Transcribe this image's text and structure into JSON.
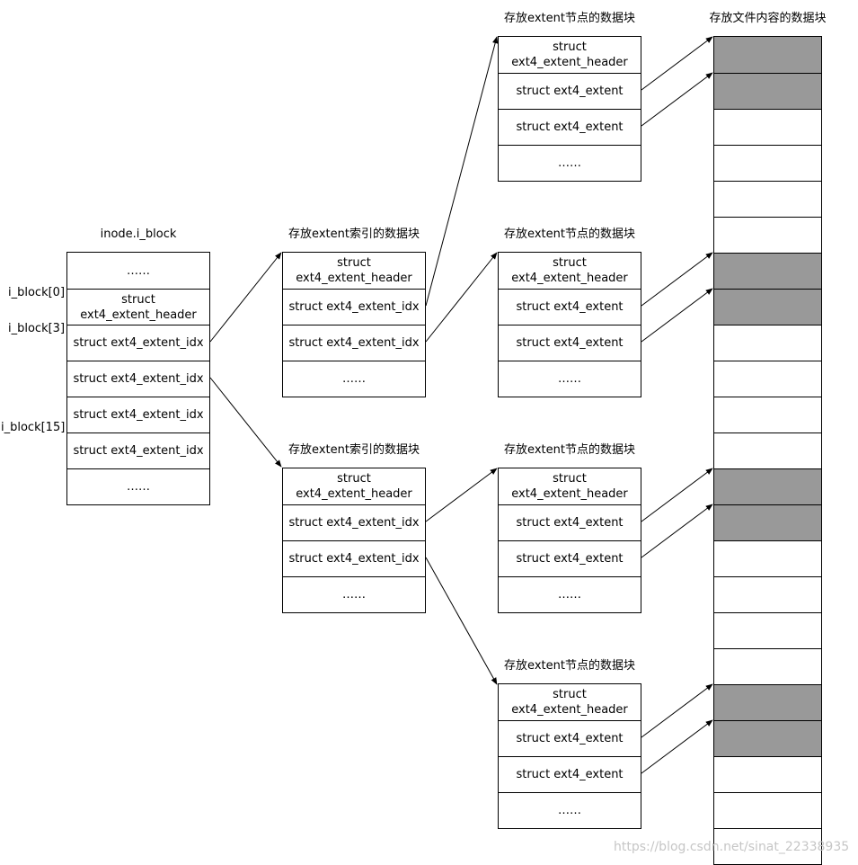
{
  "inode": {
    "title": "inode.i_block",
    "cells": [
      "……",
      "struct\next4_extent_header",
      "struct ext4_extent_idx",
      "struct ext4_extent_idx",
      "struct ext4_extent_idx",
      "struct ext4_extent_idx",
      "……"
    ],
    "side_labels": [
      "i_block[0]",
      "i_block[3]",
      "i_block[15]"
    ]
  },
  "index_blocks": [
    {
      "title": "存放extent索引的数据块",
      "cells": [
        "struct\next4_extent_header",
        "struct ext4_extent_idx",
        "struct ext4_extent_idx",
        "……"
      ]
    },
    {
      "title": "存放extent索引的数据块",
      "cells": [
        "struct\next4_extent_header",
        "struct ext4_extent_idx",
        "struct ext4_extent_idx",
        "……"
      ]
    }
  ],
  "leaf_blocks": [
    {
      "title": "存放extent节点的数据块",
      "cells": [
        "struct\next4_extent_header",
        "struct ext4_extent",
        "struct ext4_extent",
        "……"
      ]
    },
    {
      "title": "存放extent节点的数据块",
      "cells": [
        "struct\next4_extent_header",
        "struct ext4_extent",
        "struct ext4_extent",
        "……"
      ]
    },
    {
      "title": "存放extent节点的数据块",
      "cells": [
        "struct\next4_extent_header",
        "struct ext4_extent",
        "struct ext4_extent",
        "……"
      ]
    },
    {
      "title": "存放extent节点的数据块",
      "cells": [
        "struct\next4_extent_header",
        "struct ext4_extent",
        "struct ext4_extent",
        "……"
      ]
    }
  ],
  "data_column": {
    "title": "存放文件内容的数据块",
    "cells": [
      true,
      true,
      false,
      false,
      false,
      false,
      true,
      true,
      false,
      false,
      false,
      false,
      true,
      true,
      false,
      false,
      false,
      false,
      true,
      true,
      false,
      false,
      false
    ],
    "colors": {
      "used": "#999999",
      "free": "#ffffff"
    }
  },
  "watermark": "https://blog.csdn.net/sinat_22338935"
}
